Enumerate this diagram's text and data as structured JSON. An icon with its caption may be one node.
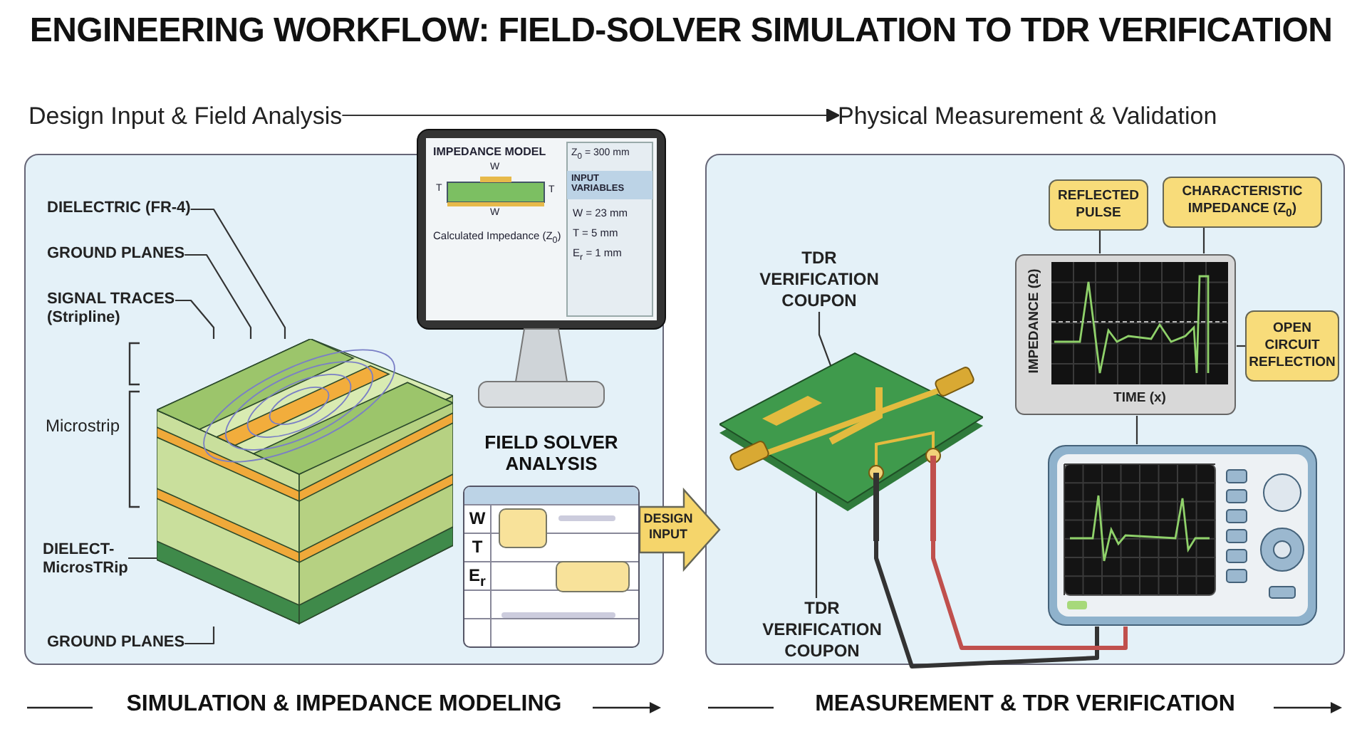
{
  "diagram": {
    "title": "ENGINEERING WORKFLOW: FIELD-SOLVER SIMULATION TO TDR VERIFICATION",
    "nodes": [
      {
        "text": [
          "Design Input & Field Analysis"
        ]
      },
      {
        "text": [
          "Physical Measurement & Validation"
        ]
      },
      {
        "text": [
          "SIMULATION & IMPEDANCE MODELING"
        ]
      },
      {
        "text": [
          "MEASUREMENT & TDR VERIFICATION"
        ]
      },
      {
        "text": [],
        "shape": "picture",
        "in": 2
      },
      {
        "text": [
          "DIELECTRIC (FR-4)"
        ],
        "in": 2
      },
      {
        "text": [
          "GROUND PLANES"
        ],
        "in": 2
      },
      {
        "text": [
          "SIGNAL TRACES (Stripline)"
        ],
        "in": 2
      },
      {
        "text": [
          "DIELECT- MicrosTRip"
        ],
        "in": 2
      },
      {
        "text": [
          "GROUND PLANES"
        ],
        "in": 2
      },
      {
        "text": [
          "IMPEDANCE MODEL",
          "T",
          "W",
          "W",
          "T",
          "Calculated Impedance (Z$_{0}$)",
          "Z$_{0}$ = 300 mm",
          "INPUT VARIABLES",
          "W = 23 mm",
          "T = 5 mm",
          "E$_{r}$ = 1 mm"
        ]
      },
      {
        "text": [
          "FIELD SOLVER ANALYSIS",
          "W",
          "T",
          "E$_{r}$"
        ],
        "in": 2
      },
      {
        "text": [],
        "shape": "picture",
        "in": 3
      },
      {
        "text": [
          "TDR VERIFICATION COUPON"
        ],
        "in": 3
      },
      {
        "text": [
          "TDR VERIFICATION COUPON"
        ],
        "in": 3
      },
      {
        "text": [],
        "shape": "picture",
        "in": 3
      },
      {
        "text": [
          "IMPEDANCE (Ω)",
          "TIME (x)"
        ],
        "in": 3
      },
      {
        "text": [
          "REFLECTED PULSE"
        ],
        "in": 3
      },
      {
        "text": [
          "CHARACTERISTIC IMPEDANCE (Z$_{0}$)"
        ],
        "in": 3
      },
      {
        "text": [
          "OPEN CIRCUIT REFLECTION"
        ],
        "in": 3
      }
    ],
    "edges": [
      {
        "from": 0,
        "to": 1,
        "arrow": "to"
      },
      {
        "from": 5,
        "to": 4,
        "arrow": "none"
      },
      {
        "from": 6,
        "to": 4,
        "arrow": "none"
      },
      {
        "from": 7,
        "to": 4,
        "arrow": "none"
      },
      {
        "from": 8,
        "to": 4,
        "arrow": "none"
      },
      {
        "from": 9,
        "to": 4,
        "arrow": "none"
      },
      {
        "from": 11,
        "to": 12,
        "arrow": "to",
        "label": "DESIGN INPUT",
        "style": "thick",
        "color": "#f5d56b"
      },
      {
        "from": 13,
        "to": 12,
        "arrow": "none"
      },
      {
        "from": 14,
        "to": 12,
        "arrow": "none"
      },
      {
        "from": 12,
        "to": 15,
        "arrow": "none",
        "style": "thick"
      },
      {
        "from": 12,
        "to": 15,
        "arrow": "none",
        "style": "thick",
        "color": "#c0504d"
      },
      {
        "from": 16,
        "to": 15,
        "arrow": "none"
      },
      {
        "from": 17,
        "to": 16,
        "arrow": "none"
      },
      {
        "from": 18,
        "to": 16,
        "arrow": "none"
      },
      {
        "from": 19,
        "to": 16,
        "arrow": "none"
      }
    ],
    "labels": [
      "Microstrip"
    ]
  }
}
